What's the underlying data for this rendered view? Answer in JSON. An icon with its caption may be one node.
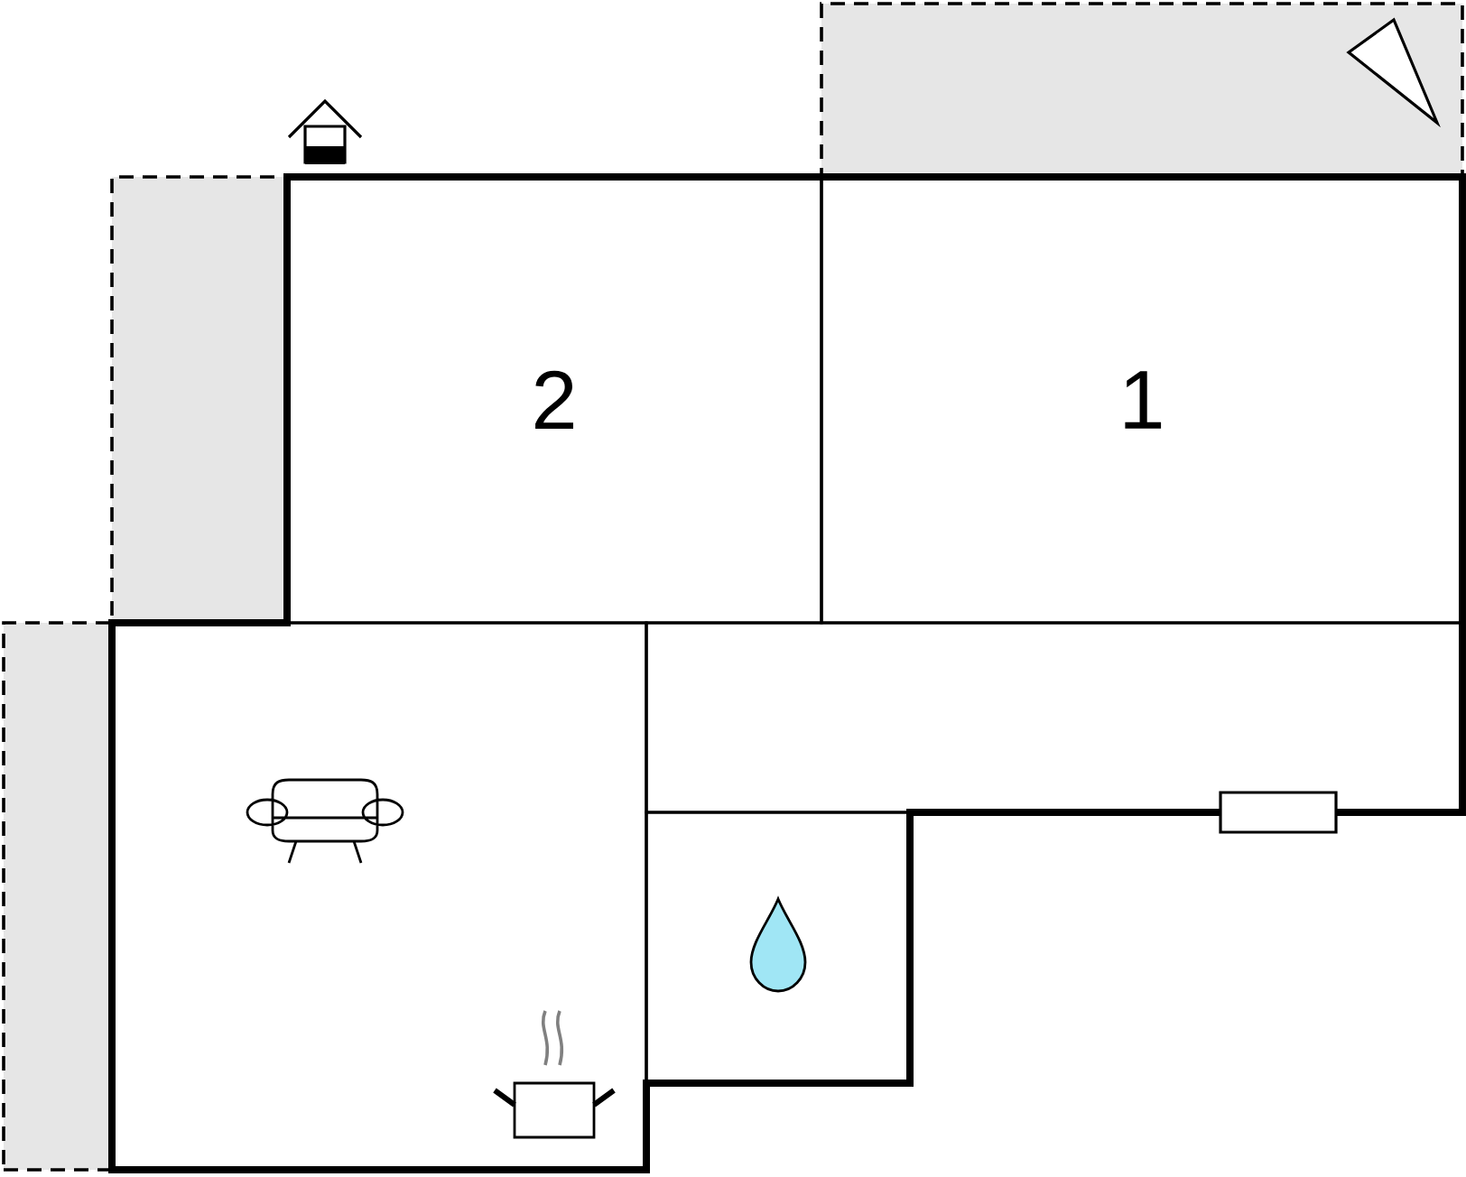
{
  "diagram": {
    "nodes": [
      {
        "text": [
          "2"
        ]
      },
      {
        "text": [
          "1"
        ]
      },
      {
        "text": [],
        "shape": "box"
      },
      {
        "text": [],
        "shape": "box"
      },
      {
        "text": [],
        "shape": "box"
      },
      {
        "text": [],
        "shape": "box"
      },
      {
        "text": [],
        "shape": "box"
      },
      {
        "text": [],
        "shape": "box"
      }
    ],
    "edges": []
  }
}
